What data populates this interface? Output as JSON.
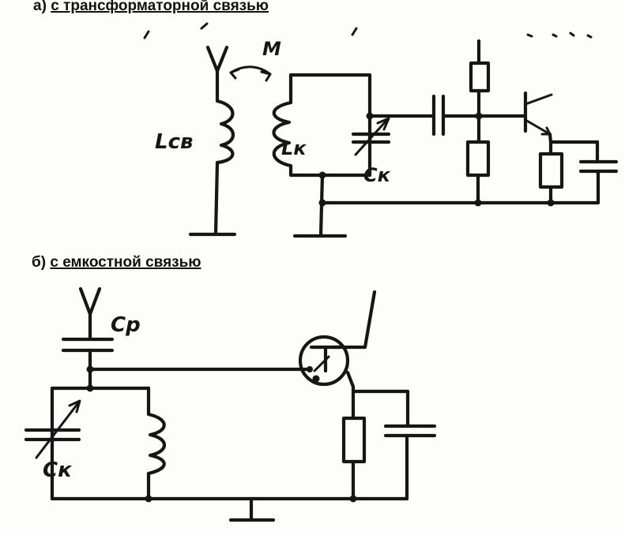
{
  "sections": {
    "a": {
      "prefix": "а) ",
      "title": "с трансформаторной связью"
    },
    "b": {
      "prefix": "б) ",
      "title": "с емкостной связью"
    }
  },
  "labels": {
    "mutual": "M",
    "antenna_inductor": "Lсв",
    "loop_inductor": "Lк",
    "loop_capacitor_a": "Cк",
    "coupling_capacitor": "Cр",
    "loop_capacitor_b": "Cк"
  },
  "colors": {
    "ink": "#161616",
    "paper": "#fdfdfb"
  }
}
